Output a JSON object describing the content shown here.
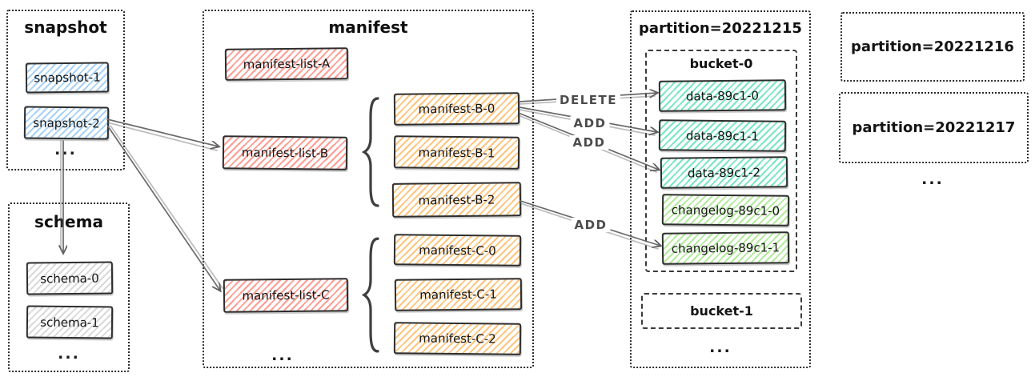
{
  "diagram": {
    "brace_glyph": "{",
    "snapshot_group": {
      "title": "snapshot",
      "items": [
        "snapshot-1",
        "snapshot-2"
      ],
      "more": "..."
    },
    "schema_group": {
      "title": "schema",
      "items": [
        "schema-0",
        "schema-1"
      ],
      "more": "..."
    },
    "manifest_group": {
      "title": "manifest",
      "lists": [
        "manifest-list-A",
        "manifest-list-B",
        "manifest-list-C"
      ],
      "b_manifests": [
        "manifest-B-0",
        "manifest-B-1",
        "manifest-B-2"
      ],
      "c_manifests": [
        "manifest-C-0",
        "manifest-C-1",
        "manifest-C-2"
      ],
      "more": "..."
    },
    "partition_group": {
      "title": "partition=20221215",
      "bucket0": {
        "title": "bucket-0",
        "data_files": [
          "data-89c1-0",
          "data-89c1-1",
          "data-89c1-2"
        ],
        "changelog_files": [
          "changelog-89c1-0",
          "changelog-89c1-1"
        ]
      },
      "bucket1": {
        "title": "bucket-1"
      },
      "more": "..."
    },
    "other_partitions": {
      "items": [
        "partition=20221216",
        "partition=20221217"
      ],
      "more": "..."
    },
    "edge_labels": {
      "delete": "DELETE",
      "add_1": "ADD",
      "add_2": "ADD",
      "add_3": "ADD"
    },
    "colors": {
      "snapshot_fill": "#a8d1f5",
      "manifest_list_fill": "#ff9d94",
      "manifest_file_fill": "#fec57e",
      "data_file_fill": "#79e6c1",
      "changelog_file_fill": "#b4ea9d",
      "schema_fill": "#d9d9d9",
      "stroke": "#2d2d2d",
      "arrow": "#5f5f5f"
    }
  }
}
